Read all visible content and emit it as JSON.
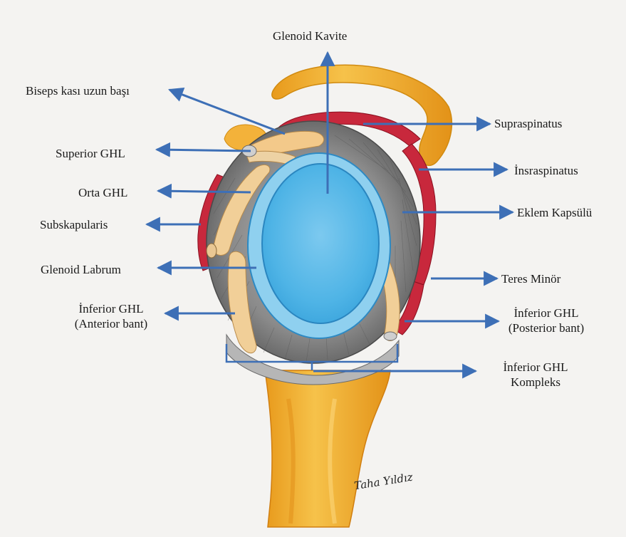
{
  "labels": {
    "glenoid_kavite": "Glenoid Kavite",
    "biseps": "Biseps kası uzun başı",
    "superior_ghl": "Superior GHL",
    "orta_ghl": "Orta GHL",
    "subskapularis": "Subskapularis",
    "glenoid_labrum": "Glenoid Labrum",
    "inferior_ghl_anterior_1": "İnferior GHL",
    "inferior_ghl_anterior_2": "(Anterior bant)",
    "supraspinatus": "Supraspinatus",
    "insraspinatus": "İnsraspinatus",
    "eklem_kapsulu": "Eklem Kapsülü",
    "teres_minor": "Teres Minör",
    "inferior_ghl_posterior_1": "İnferior GHL",
    "inferior_ghl_posterior_2": "(Posterior bant)",
    "inferior_ghl_kompleks_1": "İnferior GHL",
    "inferior_ghl_kompleks_2": "Kompleks"
  },
  "signature": "Taha Yıldız",
  "colors": {
    "background": "#f4f3f1",
    "arrow": "#3d6fb6",
    "glenoid_fill": "#4fb4e6",
    "labrum_fill": "#8fd0ef",
    "muscle_red": "#c8283c",
    "tendon": "#f3c98a",
    "bone_yellow": "#f2b531",
    "capsule_gray": "#8c8c8c"
  }
}
